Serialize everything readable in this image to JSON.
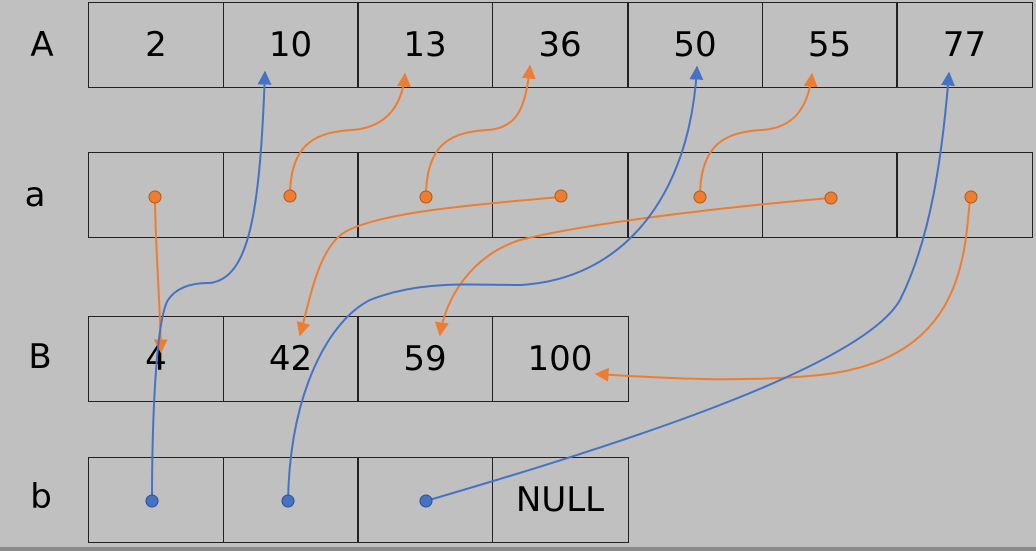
{
  "colors": {
    "background": "#c0c0c0",
    "blue": "#4472c4",
    "orange": "#ed7d31",
    "border": "#222222"
  },
  "rows": {
    "A": {
      "label": "A",
      "cells": [
        "2",
        "10",
        "13",
        "36",
        "50",
        "55",
        "77"
      ]
    },
    "a": {
      "label": "a",
      "cells": [
        "",
        "",
        "",
        "",
        "",
        "",
        ""
      ]
    },
    "B": {
      "label": "B",
      "cells": [
        "4",
        "42",
        "59",
        "100"
      ]
    },
    "b": {
      "label": "b",
      "cells": [
        "",
        "",
        "",
        "NULL"
      ]
    }
  }
}
